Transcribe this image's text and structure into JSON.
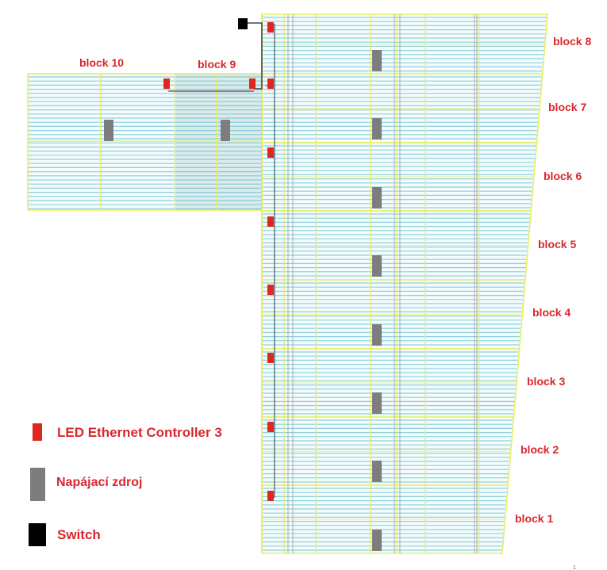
{
  "colors": {
    "accent_red": "#e1261c",
    "label_red": "#d9272e",
    "panel_cyan": "#8fd0dc",
    "block_yellow": "#e8ee62",
    "psu_gray": "#7d7d80",
    "switch_black": "#000000",
    "wire": "#5b6f78"
  },
  "blocks": [
    {
      "label": "block 8"
    },
    {
      "label": "block 7"
    },
    {
      "label": "block 6"
    },
    {
      "label": "block 5"
    },
    {
      "label": "block 4"
    },
    {
      "label": "block 3"
    },
    {
      "label": "block 2"
    },
    {
      "label": "block 1"
    }
  ],
  "left_blocks": [
    {
      "label": "block 10"
    },
    {
      "label": "block 9"
    }
  ],
  "legend": [
    {
      "label": "LED Ethernet Controller 3",
      "icon": "controller-icon"
    },
    {
      "label": "Napájací zdroj",
      "icon": "power-supply-icon"
    },
    {
      "label": "Switch",
      "icon": "switch-icon"
    }
  ],
  "page_number": "1"
}
